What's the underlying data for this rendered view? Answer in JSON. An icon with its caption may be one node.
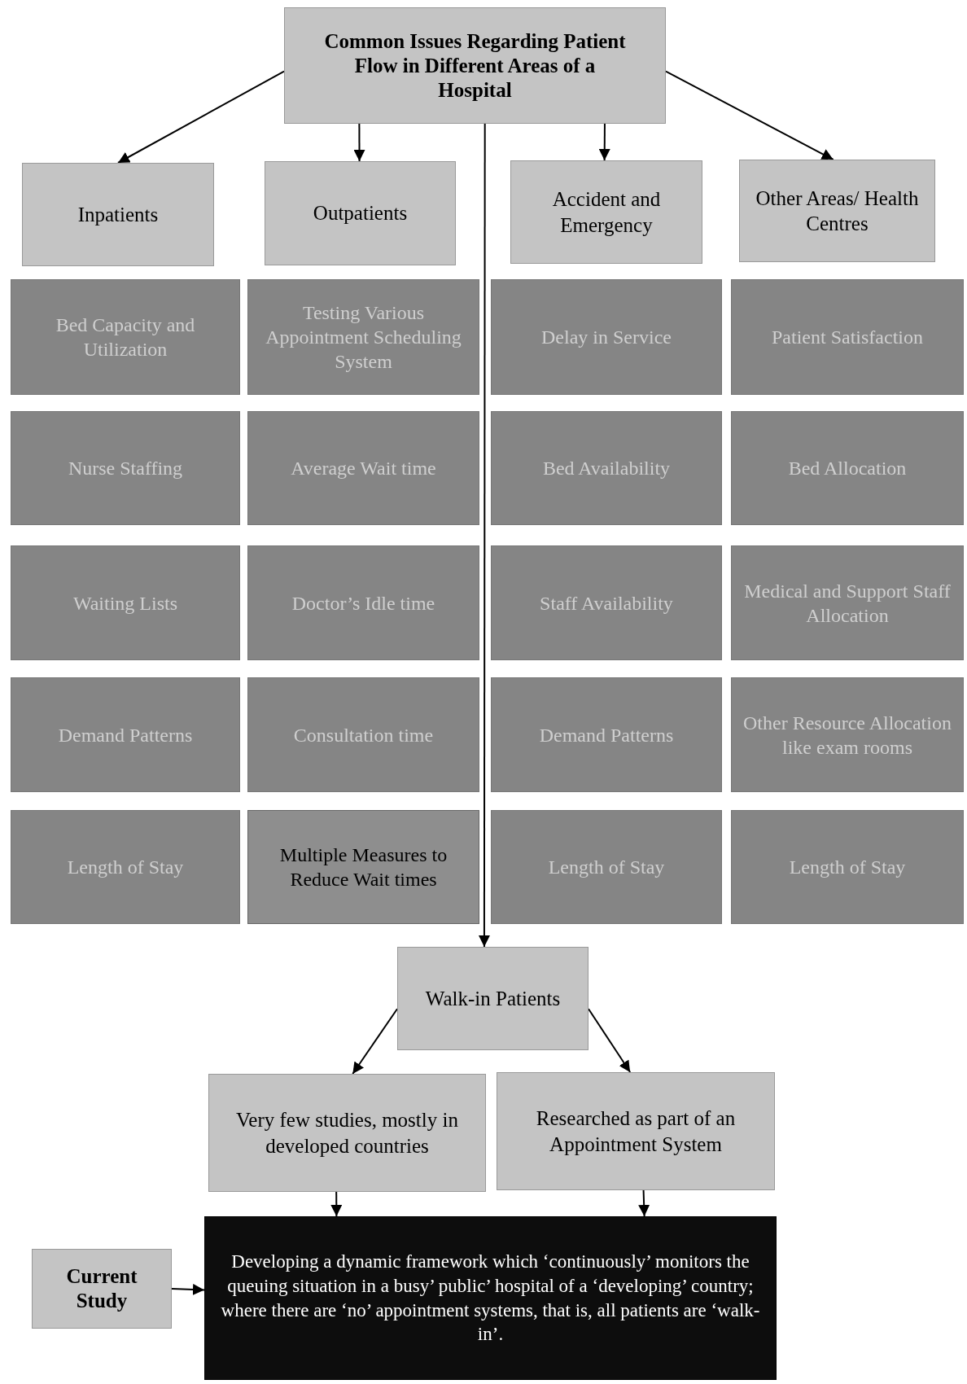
{
  "diagram": {
    "nodes": [
      {
        "text": [
          "Common Issues Regarding Patient Flow in Different Areas of a Hospital"
        ]
      },
      {
        "text": [
          "Inpatients"
        ]
      },
      {
        "text": [
          "Outpatients"
        ]
      },
      {
        "text": [
          "Accident and Emergency"
        ]
      },
      {
        "text": [
          "Other Areas/ Health Centres"
        ]
      },
      {
        "text": [
          "Bed Capacity and Utilization"
        ]
      },
      {
        "text": [
          "Testing Various Appointment Scheduling System"
        ]
      },
      {
        "text": [
          "Delay in Service"
        ]
      },
      {
        "text": [
          "Patient Satisfaction"
        ]
      },
      {
        "text": [
          "Nurse Staffing"
        ]
      },
      {
        "text": [
          "Average Wait time"
        ]
      },
      {
        "text": [
          "Bed Availability"
        ]
      },
      {
        "text": [
          "Bed Allocation"
        ]
      },
      {
        "text": [
          "Waiting Lists"
        ]
      },
      {
        "text": [
          "Doctor’s Idle time"
        ]
      },
      {
        "text": [
          "Staff Availability"
        ]
      },
      {
        "text": [
          "Medical and Support Staff Allocation"
        ]
      },
      {
        "text": [
          "Demand Patterns"
        ]
      },
      {
        "text": [
          "Consultation time"
        ]
      },
      {
        "text": [
          "Demand Patterns"
        ]
      },
      {
        "text": [
          "Other Resource Allocation like exam rooms"
        ]
      },
      {
        "text": [
          "Length of Stay"
        ]
      },
      {
        "text": [
          "Multiple Measures to Reduce Wait times"
        ]
      },
      {
        "text": [
          "Length of Stay"
        ]
      },
      {
        "text": [
          "Length of Stay"
        ]
      },
      {
        "text": [
          "Walk-in Patients"
        ]
      },
      {
        "text": [
          "Very few studies, mostly in developed countries"
        ]
      },
      {
        "text": [
          "Researched as part of an Appointment System"
        ]
      },
      {
        "text": [
          "Current Study"
        ]
      },
      {
        "text": [
          "Developing a dynamic framework which ‘continuously’ monitors the queuing situation in a busy’ public’ hospital of a ‘developing’ country; where there are ‘no’ appointment systems, that is, all patients are ‘walk-in’."
        ]
      }
    ],
    "edges": [
      {
        "from": 0,
        "to": 1,
        "arrow": "to"
      },
      {
        "from": 0,
        "to": 2,
        "arrow": "to"
      },
      {
        "from": 0,
        "to": 3,
        "arrow": "to"
      },
      {
        "from": 0,
        "to": 4,
        "arrow": "to"
      },
      {
        "from": 0,
        "to": 25,
        "arrow": "to"
      },
      {
        "from": 25,
        "to": 26,
        "arrow": "to"
      },
      {
        "from": 25,
        "to": 27,
        "arrow": "to"
      },
      {
        "from": 26,
        "to": 29,
        "arrow": "to"
      },
      {
        "from": 27,
        "to": 29,
        "arrow": "to"
      },
      {
        "from": 28,
        "to": 29,
        "arrow": "to"
      }
    ]
  }
}
